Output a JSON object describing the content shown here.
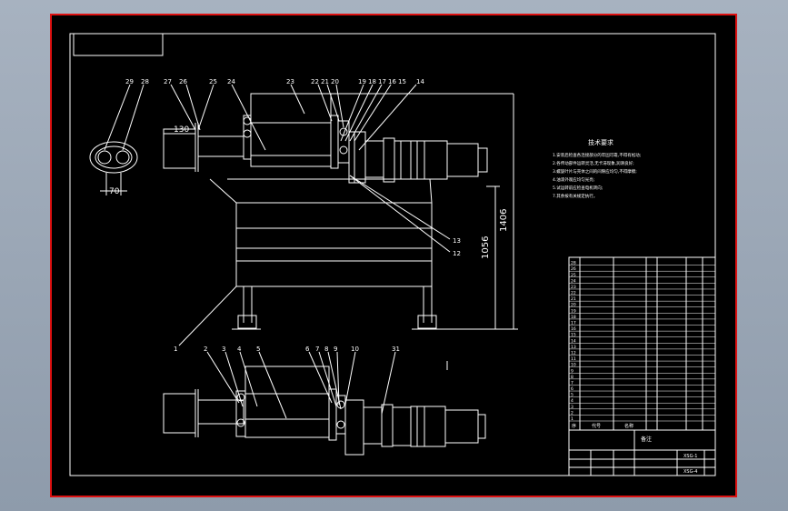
{
  "drawing": {
    "tech_title": "技术要求",
    "tech_notes": [
      "1.安装后检查各连接部分的牢固可靠,不得有松动;",
      "2.各传动部件运转灵活,无卡滞现象,润滑良好;",
      "3.螺旋叶片与壳体之间的间隙应均匀,不得摩擦;",
      "4.油漆外观应均匀光亮;",
      "5.试运转前应检查电机转向;",
      "7.其余按有关规定执行。"
    ],
    "dimensions": {
      "d130": "130",
      "d70": "70",
      "d1406": "1406",
      "d1056": "1056"
    },
    "top_labels": [
      "29",
      "28",
      "27",
      "26",
      "25",
      "24",
      "23",
      "22",
      "21",
      "20",
      "19",
      "18",
      "17",
      "16",
      "15",
      "14"
    ],
    "side_labels": [
      "13",
      "12"
    ],
    "bottom_labels": [
      "1",
      "2",
      "3",
      "4",
      "5",
      "6",
      "7",
      "8",
      "9",
      "10",
      "31"
    ],
    "parts_rows": [
      "28",
      "26",
      "25",
      "24",
      "23",
      "22",
      "21",
      "20",
      "19",
      "18",
      "17",
      "16",
      "15",
      "14",
      "13",
      "12",
      "11",
      "10",
      "9",
      "8",
      "7",
      "6",
      "5",
      "4",
      "3",
      "2",
      "1"
    ],
    "title_block": {
      "header_seq": "序",
      "header_code": "代号",
      "header_name": "名称",
      "remark": "备注",
      "drawing_no": "XSG-1",
      "sheet_label": "XSG-4"
    }
  }
}
